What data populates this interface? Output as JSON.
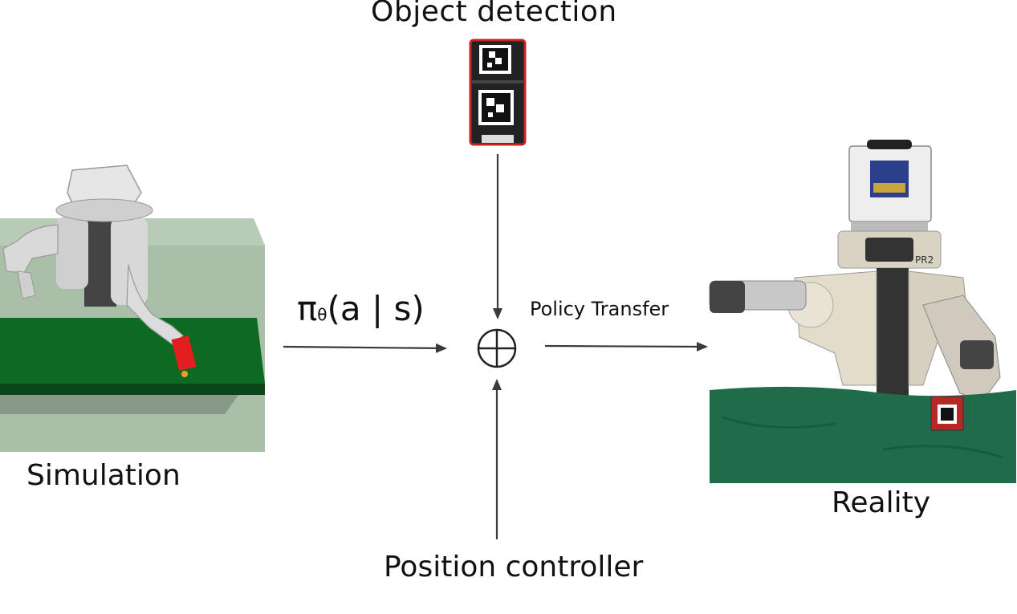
{
  "labels": {
    "object_detection": "Object detection",
    "simulation": "Simulation",
    "reality": "Reality",
    "position_controller": "Position controller",
    "policy_transfer": "Policy Transfer",
    "policy_pi": "π",
    "policy_theta": "θ",
    "policy_args": "(a | s)",
    "robot_badge": "PR2"
  },
  "icons": {
    "sum": "circle-plus-icon"
  },
  "colors": {
    "arrow": "#3a3a3a",
    "table_green": "#0b5a1f",
    "floor_sim": "#9bb59a",
    "cloth_green": "#1f6b4a",
    "cube_red": "#e23a2a"
  }
}
